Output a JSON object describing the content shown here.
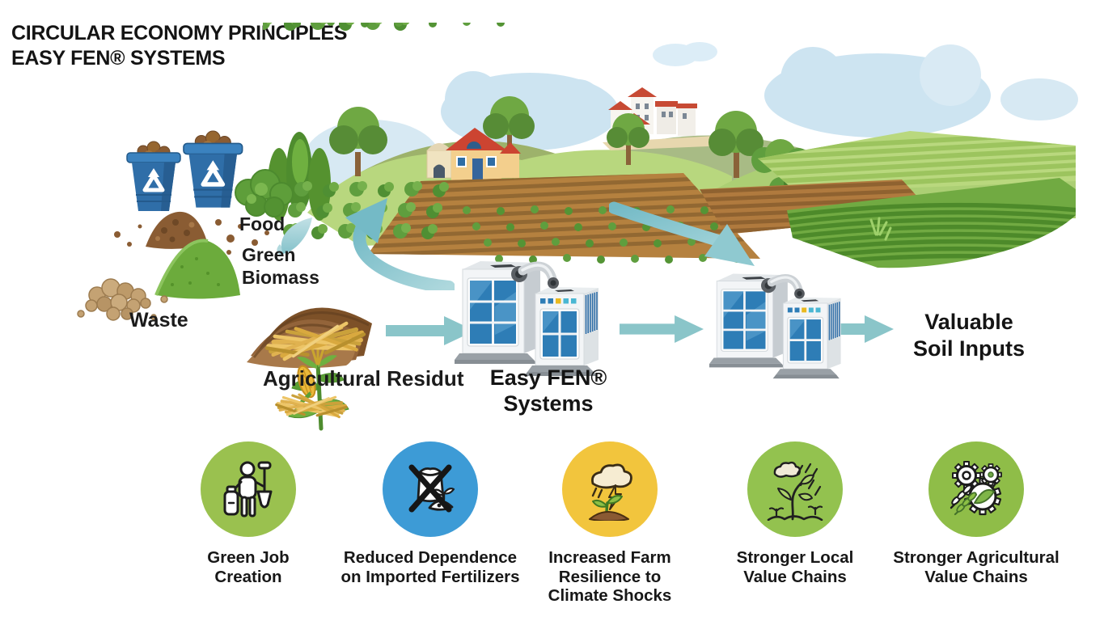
{
  "title": {
    "line1": "CIRCULAR ECONOMY PRINCIPLES",
    "line2": "EASY FEN® SYSTEMS"
  },
  "input_labels": {
    "food": "Food",
    "green_biomass_line1": "Green",
    "green_biomass_line2": "Biomass",
    "waste": "Waste",
    "agricultural_residue": "Agricultural Residut"
  },
  "process_label": {
    "line1": "Easy FEN®",
    "line2": "Systems"
  },
  "output_label": {
    "line1": "Valuable",
    "line2": "Soil Inputs"
  },
  "benefits": [
    {
      "icon": "worker-with-shovel-icon",
      "circle_color": "#9ac14f",
      "lines": [
        "Green Job",
        "Creation"
      ]
    },
    {
      "icon": "crossed-fertilizer-bag-icon",
      "circle_color": "#3d9bd6",
      "lines": [
        "Reduced Dependence",
        "on Imported Fertilizers"
      ]
    },
    {
      "icon": "storm-cloud-seedling-icon",
      "circle_color": "#f2c53d",
      "lines": [
        "Increased Farm",
        "Resilience to",
        "Climate Shocks"
      ]
    },
    {
      "icon": "plant-in-rain-icon",
      "circle_color": "#93c24f",
      "lines": [
        "Stronger Local",
        "Value Chains"
      ]
    },
    {
      "icon": "gears-and-wheat-icon",
      "circle_color": "#8fbd48",
      "lines": [
        "Stronger Agricultural",
        "Value Chains"
      ]
    }
  ],
  "accent_colors": {
    "flow_arrow_teal": "#8ac5c9",
    "machine_panel_blue": "#2e7db6",
    "recycle_bin_blue": "#2f6ea8",
    "text": "#1a1a1a"
  }
}
